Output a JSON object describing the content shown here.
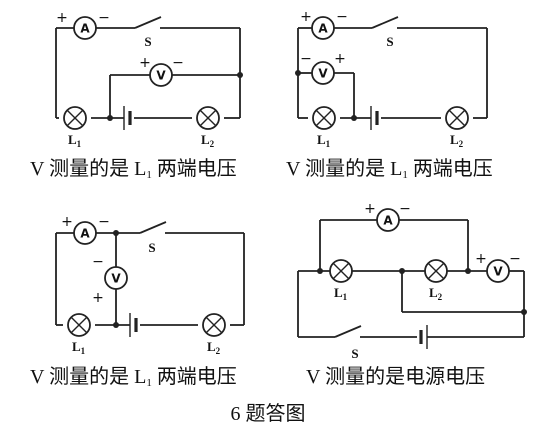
{
  "labels": {
    "ammeter": "A",
    "voltmeter": "V",
    "switch": "S",
    "lamp1": "L",
    "lamp1_sub": "1",
    "lamp2": "L",
    "lamp2_sub": "2",
    "plus": "+",
    "minus": "−"
  },
  "captions": {
    "c1": {
      "pre": "V 测量的是 L",
      "sub": "1",
      "post": " 两端电压"
    },
    "c2": {
      "pre": "V 测量的是 L",
      "sub": "1",
      "post": " 两端电压"
    },
    "c3": {
      "pre": "V 测量的是 L",
      "sub": "1",
      "post": " 两端电压"
    },
    "c4": {
      "text": "V 测量的是电源电压"
    }
  },
  "figure_title": "6 题答图"
}
